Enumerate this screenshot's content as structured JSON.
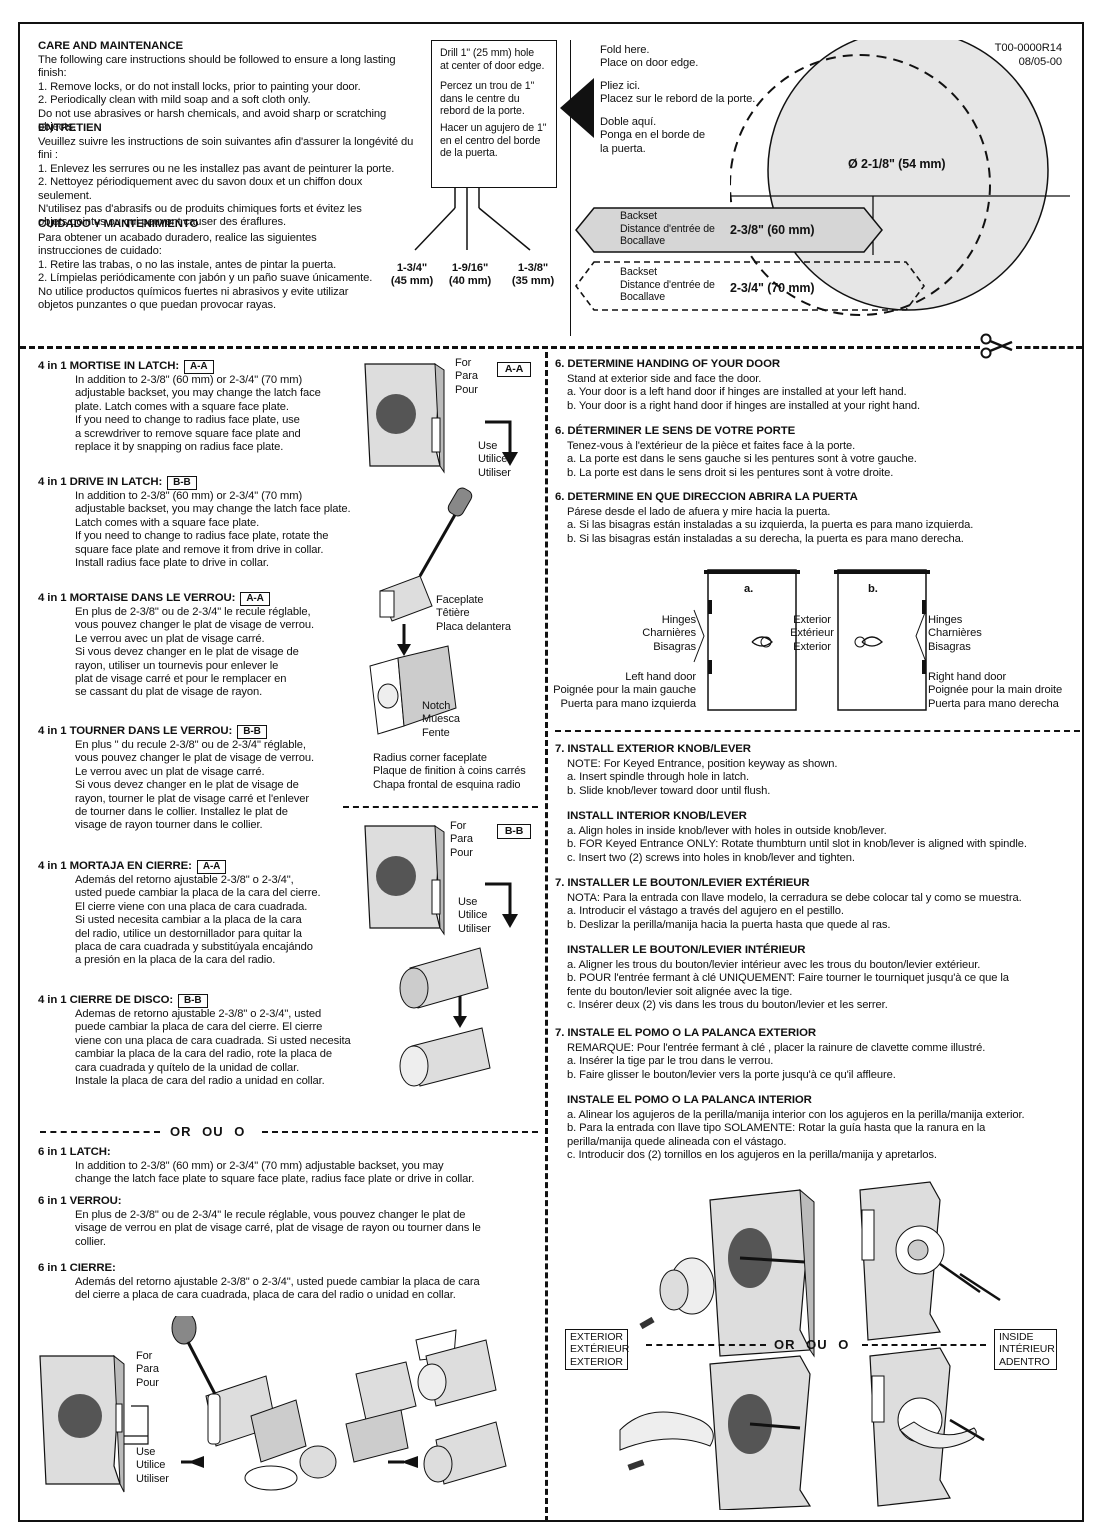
{
  "header": {
    "doc_code": "T00-0000R14",
    "doc_date": "08/05-00"
  },
  "care": {
    "en_title": "CARE AND MAINTENANCE",
    "en_body": "The following care instructions should be followed to ensure a long lasting finish:\n1. Remove locks, or do not install locks, prior to painting your door.\n2. Periodically clean with mild soap and a soft cloth only.\nDo not use abrasives or harsh chemicals, and avoid sharp or scratching objects.",
    "fr_title": "ENTRETIEN",
    "fr_body": "Veuillez suivre les instructions de soin suivantes afin d'assurer la longévité du fini :\n1. Enlevez les serrures ou ne les installez pas avant de peinturer la porte.\n2. Nettoyez périodiquement avec du savon doux et un chiffon doux seulement.\nN'utilisez pas d'abrasifs ou de produits chimiques forts et évitez les\nobjets pointus ou qui peuvent causer des éraflures.",
    "es_title": "CUIDADO Y MANTENIMIENTO",
    "es_body": "Para obtener un acabado duradero, realice las siguientes\ninstrucciones de cuidado:\n1. Retire las trabas, o no las instale, antes de pintar la puerta.\n2. Límpielas periódicamente con jabón y un paño suave únicamente.\nNo utilice productos químicos fuertes ni abrasivos y evite utilizar\nobjetos punzantes o que puedan provocar rayas."
  },
  "drill": {
    "en": "Drill 1\" (25 mm) hole\nat center of door edge.",
    "fr": "Percez un trou de 1\"\ndans le centre du\nrebord de la porte.",
    "es": "Hacer un agujero de 1\"\nen el centro del borde\nde la puerta.",
    "thick1": "1-3/4\"\n(45 mm)",
    "thick2": "1-9/16\"\n(40 mm)",
    "thick3": "1-3/8\"\n(35 mm)"
  },
  "template": {
    "fold": "Fold here.\nPlace on door edge.",
    "plier": "Pliez ici.\nPlacez sur le rebord de la porte.",
    "doble": "Doble aquí.\nPonga en el borde de\nla puerta.",
    "diameter": "Ø 2-1/8\" (54 mm)",
    "backset_label": "Backset\nDistance d'entrée de\nBocallave",
    "backset1": "2-3/8\" (60 mm)",
    "backset2": "2-3/4\" (70 mm)"
  },
  "left": {
    "s1_title": "4 in 1 MORTISE IN LATCH:",
    "s1_tag": "A-A",
    "s1_body": "In addition to 2-3/8\" (60 mm) or 2-3/4\" (70 mm)\nadjustable backset, you may change the latch face\nplate. Latch comes with a square face plate.\nIf you need to change to radius face plate, use\na screwdriver to remove square face plate and\nreplace it by snapping on radius face plate.",
    "s2_title": "4 in 1 DRIVE IN LATCH:",
    "s2_tag": "B-B",
    "s2_body": "In addition to 2-3/8\" (60 mm) or 2-3/4\" (70 mm)\nadjustable backset, you may change the latch face plate.\nLatch comes with a square face plate.\nIf you need to change to radius face plate, rotate the\nsquare face plate and remove it from drive in collar.\nInstall radius face plate to drive in collar.",
    "s3_title": "4 in 1 MORTAISE DANS LE VERROU:",
    "s3_tag": "A-A",
    "s3_body": "En plus de 2-3/8\" ou de 2-3/4\" le recule réglable,\nvous pouvez changer le plat de visage de verrou.\nLe verrou  avec un plat de visage carré.\nSi vous devez changer en le plat de visage de\nrayon, utiliser un tournevis pour enlever le\nplat de visage carré et pour le remplacer en\nse cassant du plat de visage de rayon.",
    "s4_title": "4 in 1 TOURNER DANS LE VERROU:",
    "s4_tag": "B-B",
    "s4_body": "En plus \" du recule 2-3/8\" ou de 2-3/4\" réglable,\nvous pouvez changer le plat de visage de verrou.\nLe verrou avec un plat de visage carré.\nSi vous devez changer en le plat de visage de\nrayon, tourner le plat de visage carré et l'enlever\nde tourner dans le collier. Installez le plat de\nvisage de rayon tourner dans le collier.",
    "s5_title": "4 in 1 MORTAJA EN CIERRE:",
    "s5_tag": "A-A",
    "s5_body": "Además del retorno ajustable 2-3/8\" o 2-3/4\",\nusted puede cambiar la placa de la cara del cierre.\nEl cierre viene con una placa de cara cuadrada.\nSi usted necesita cambiar a la placa de la cara\ndel radio, utilice un destornillador para quitar la\nplaca de cara cuadrada y substitúyala encajándo\na presión en la placa de la cara del radio.",
    "s6_title": "4 in 1 CIERRE DE DISCO:",
    "s6_tag": "B-B",
    "s6_body": "Ademas de retorno ajustable 2-3/8\" o 2-3/4\", usted\npuede cambiar la placa de cara del cierre. El cierre\nviene con una placa de cara cuadrada. Si usted necesita\ncambiar la placa de la cara del radio, rote la placa de\ncara cuadrada y quítelo de la unidad de collar.\nInstale la placa de cara del radio a unidad en collar.",
    "or_text": "OR    OU    O",
    "s7_title": "6 in 1 LATCH:",
    "s7_body": "In addition to 2-3/8\" (60 mm) or 2-3/4\" (70 mm) adjustable backset, you may\nchange the latch face plate to square face plate, radius face plate or drive in collar.",
    "s8_title": "6 in 1 VERROU:",
    "s8_body": "En plus de 2-3/8\" ou de 2-3/4\" le recule réglable, vous pouvez changer le plat de\nvisage de verrou en plat de visage carré, plat de visage de rayon ou tourner dans le\ncollier.",
    "s9_title": "6 in 1 CIERRE:",
    "s9_body": "Además del retorno ajustable 2-3/8\" o 2-3/4\", usted puede cambiar la placa de cara\ndel cierre a placa de cara cuadrada, placa de cara del radio o unidad en collar."
  },
  "labels": {
    "for": "For\nPara\nPour",
    "use": "Use\nUtilice\nUtiliser",
    "aa": "A-A",
    "bb": "B-B",
    "faceplate": "Faceplate\nTêtière\nPlaca delantera",
    "notch": "Notch\nMuesca\nFente",
    "radius": "Radius corner faceplate\nPlaque de finition à coins carrés\nChapa frontal de esquina radio"
  },
  "right": {
    "h6_en": "6. DETERMINE HANDING OF YOUR DOOR",
    "b6_en": "Stand at exterior side and face the door.\na. Your door is a left hand door if hinges are installed at your left hand.\nb. Your door is a right hand door if hinges are installed at your right hand.",
    "h6_fr": "6. DÉTERMINER LE SENS DE VOTRE PORTE",
    "b6_fr": "Tenez-vous à l'extérieur de la pièce et faites face à la porte.\na. La porte est dans le sens gauche si les pentures sont à votre gauche.\nb. La porte est dans le sens droit si les pentures sont à votre droite.",
    "h6_es": "6. DETERMINE EN QUE DIRECCION ABRIRA LA PUERTA",
    "b6_es": "Párese desde el lado de afuera y mire hacia la puerta.\na. Si las bisagras están instaladas a su izquierda, la puerta es para mano izquierda.\nb. Si las bisagras están instaladas a su derecha, la puerta es para mano derecha.",
    "door_a": "a.",
    "door_b": "b.",
    "hinges": "Hinges\nCharnières\nBisagras",
    "exterior": "Exterior\nExtérieur\nExterior",
    "left_door": "Left hand door\nPoignée pour la main gauche\nPuerta para mano izquierda",
    "right_door": "Right hand door\nPoignée pour la main droite\nPuerta para mano derecha",
    "h7a": "7. INSTALL EXTERIOR KNOB/LEVER",
    "b7a": "NOTE: For Keyed Entrance, position keyway as shown.\na. Insert spindle through hole in latch.\nb. Slide knob/lever toward door until flush.",
    "h7b": "INSTALL INTERIOR KNOB/LEVER",
    "b7b": "a. Align holes in inside knob/lever with holes in outside knob/lever.\nb. FOR Keyed Entrance ONLY: Rotate thumbturn until slot in knob/lever is aligned with spindle.\nc. Insert two (2) screws into holes in knob/lever and tighten.",
    "h7c": "7. INSTALLER LE BOUTON/LEVIER EXTÉRIEUR",
    "b7c": "NOTA: Para la entrada con llave modelo, la cerradura se debe colocar tal y como se muestra.\na. Introducir el vástago a través del agujero en el pestillo.\nb. Deslizar la perilla/manija hacia la puerta hasta que quede al ras.",
    "h7d": "INSTALLER LE BOUTON/LEVIER INTÉRIEUR",
    "b7d": "a. Aligner les trous du bouton/levier intérieur avec les trous du bouton/levier extérieur.\nb. POUR l'entrée fermant à clé UNIQUEMENT: Faire tourner le tourniquet jusqu'à ce que la\n    fente du bouton/levier soit alignée avec la tige.\nc. Insérer deux (2) vis dans les trous du bouton/levier et les serrer.",
    "h7e": "7. INSTALE EL POMO O LA PALANCA EXTERIOR",
    "b7e": "REMARQUE: Pour l'entrée fermant à clé , placer la rainure de clavette comme illustré.\na. Insérer la tige par le trou dans le verrou.\nb. Faire glisser le bouton/levier vers la porte jusqu'à ce qu'il affleure.",
    "h7f": "INSTALE EL POMO O LA PALANCA INTERIOR",
    "b7f": "a. Alinear los agujeros de la perilla/manija interior con los agujeros en la perilla/manija exterior.\nb. Para la entrada con llave tipo SOLAMENTE: Rotar la guía hasta que la ranura en la\n    perilla/manija quede alineada con el vástago.\nc. Introducir dos (2) tornillos en los agujeros en la perilla/manija y apretarlos.",
    "exterior_box": "EXTERIOR\nEXTÉRIEUR\nEXTERIOR",
    "inside_box": "INSIDE\nINTÉRIEUR\nADENTRO",
    "or_text": "OR    OU    O"
  },
  "icons": {
    "scissors": "scissors-icon"
  }
}
